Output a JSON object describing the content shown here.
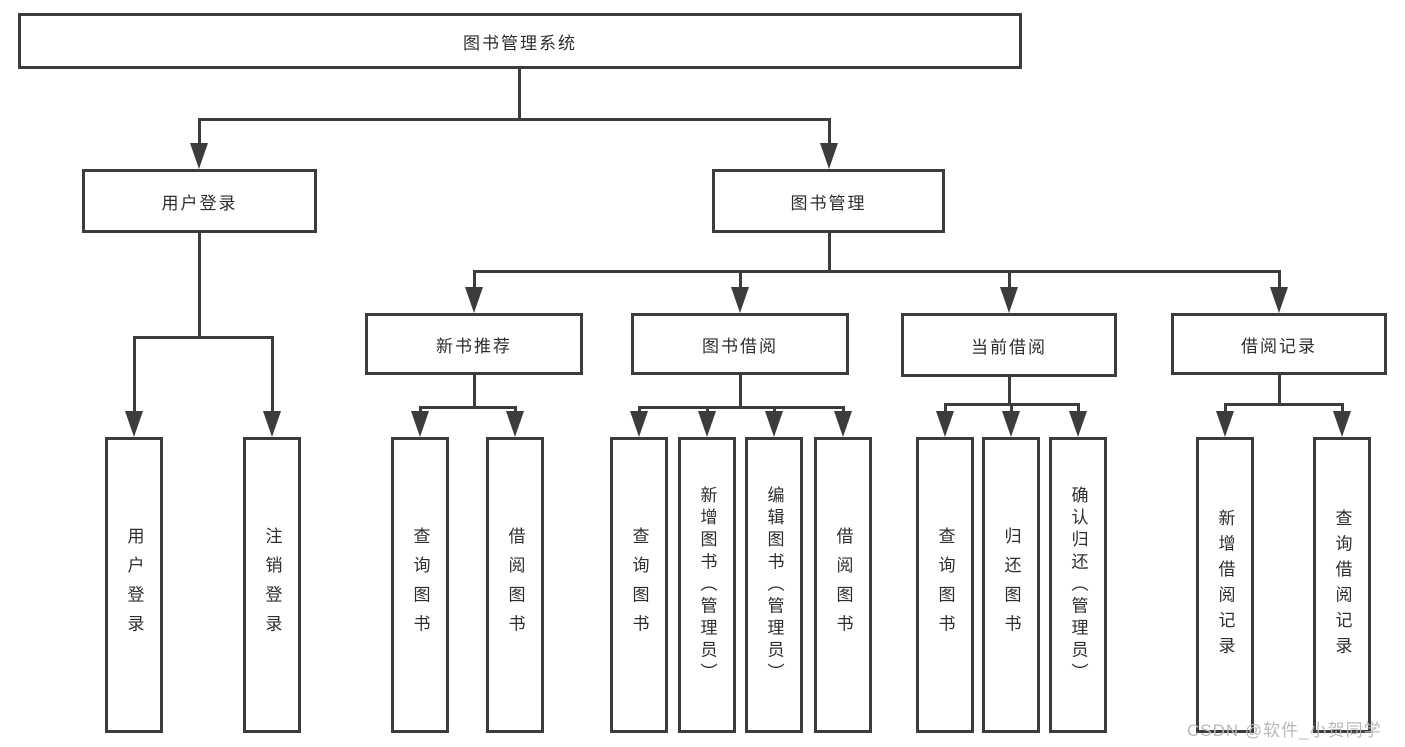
{
  "diagram": {
    "title": "图书管理系统",
    "level2": {
      "login": "用户登录",
      "mgmt": "图书管理"
    },
    "level3": {
      "recommend": "新书推荐",
      "borrow": "图书借阅",
      "current": "当前借阅",
      "records": "借阅记录"
    },
    "leaves": {
      "login_user": "用户登录",
      "login_logout": "注销登录",
      "rec_query": "查询图书",
      "rec_borrow": "借阅图书",
      "bor_query": "查询图书",
      "bor_add": "新增图书（管理员）",
      "bor_edit": "编辑图书（管理员）",
      "bor_borrow": "借阅图书",
      "cur_query": "查询图书",
      "cur_return": "归还图书",
      "cur_confirm": "确认归还（管理员）",
      "log_add": "新增借阅记录",
      "log_query": "查询借阅记录"
    }
  },
  "watermark": "CSDN @软件_小贺同学",
  "colors": {
    "line": "#3c3c3c",
    "text": "#2e2e2e",
    "watermark": "#b9b9b9",
    "background": "#ffffff"
  }
}
